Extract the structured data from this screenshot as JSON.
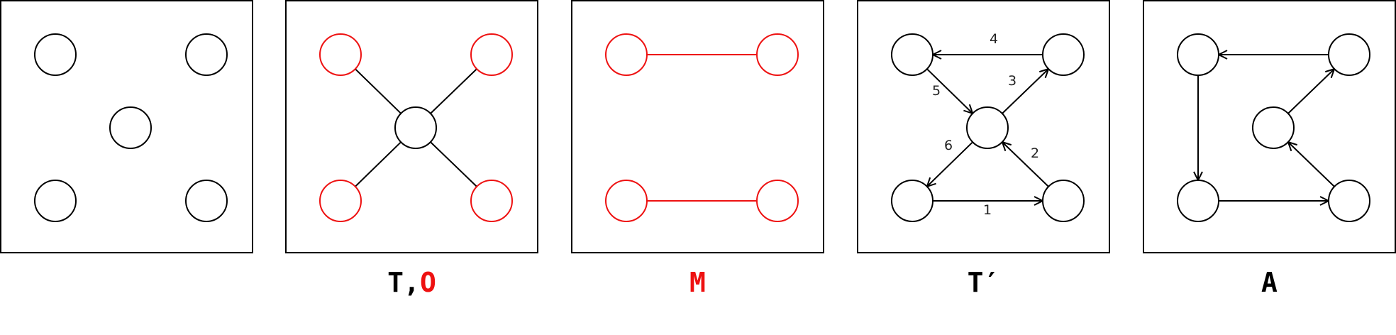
{
  "colors": {
    "black": "#000000",
    "highlight": "#ee1111"
  },
  "panels": [
    {
      "id": "panel-1",
      "caption": [],
      "nodes": [
        {
          "id": "tl",
          "color": "black"
        },
        {
          "id": "tr",
          "color": "black"
        },
        {
          "id": "c",
          "color": "black"
        },
        {
          "id": "bl",
          "color": "black"
        },
        {
          "id": "br",
          "color": "black"
        }
      ],
      "edges": []
    },
    {
      "id": "panel-2",
      "caption": [
        {
          "text": "T,",
          "color": "black"
        },
        {
          "text": "O",
          "color": "highlight"
        }
      ],
      "nodes": [
        {
          "id": "tl",
          "color": "highlight"
        },
        {
          "id": "tr",
          "color": "highlight"
        },
        {
          "id": "c",
          "color": "black"
        },
        {
          "id": "bl",
          "color": "highlight"
        },
        {
          "id": "br",
          "color": "highlight"
        }
      ],
      "edges": [
        {
          "from": "c",
          "to": "tl",
          "directed": false,
          "color": "black"
        },
        {
          "from": "c",
          "to": "tr",
          "directed": false,
          "color": "black"
        },
        {
          "from": "c",
          "to": "bl",
          "directed": false,
          "color": "black"
        },
        {
          "from": "c",
          "to": "br",
          "directed": false,
          "color": "black"
        }
      ]
    },
    {
      "id": "panel-3",
      "caption": [
        {
          "text": "M",
          "color": "highlight"
        }
      ],
      "nodes": [
        {
          "id": "tl",
          "color": "highlight"
        },
        {
          "id": "tr",
          "color": "highlight"
        },
        {
          "id": "bl",
          "color": "highlight"
        },
        {
          "id": "br",
          "color": "highlight"
        }
      ],
      "edges": [
        {
          "from": "tl",
          "to": "tr",
          "directed": false,
          "color": "highlight"
        },
        {
          "from": "bl",
          "to": "br",
          "directed": false,
          "color": "highlight"
        }
      ]
    },
    {
      "id": "panel-4",
      "caption": [
        {
          "text": "T′",
          "color": "black"
        }
      ],
      "nodes": [
        {
          "id": "tl",
          "color": "black"
        },
        {
          "id": "tr",
          "color": "black"
        },
        {
          "id": "c",
          "color": "black"
        },
        {
          "id": "bl",
          "color": "black"
        },
        {
          "id": "br",
          "color": "black"
        }
      ],
      "edges": [
        {
          "from": "bl",
          "to": "br",
          "directed": true,
          "color": "black",
          "label": "1"
        },
        {
          "from": "br",
          "to": "c",
          "directed": true,
          "color": "black",
          "label": "2"
        },
        {
          "from": "c",
          "to": "tr",
          "directed": true,
          "color": "black",
          "label": "3"
        },
        {
          "from": "tr",
          "to": "tl",
          "directed": true,
          "color": "black",
          "label": "4"
        },
        {
          "from": "tl",
          "to": "c",
          "directed": true,
          "color": "black",
          "label": "5"
        },
        {
          "from": "c",
          "to": "bl",
          "directed": true,
          "color": "black",
          "label": "6"
        }
      ]
    },
    {
      "id": "panel-5",
      "caption": [
        {
          "text": "A",
          "color": "black"
        }
      ],
      "nodes": [
        {
          "id": "tl",
          "color": "black"
        },
        {
          "id": "tr",
          "color": "black"
        },
        {
          "id": "c",
          "color": "black"
        },
        {
          "id": "bl",
          "color": "black"
        },
        {
          "id": "br",
          "color": "black"
        }
      ],
      "edges": [
        {
          "from": "bl",
          "to": "br",
          "directed": true,
          "color": "black"
        },
        {
          "from": "br",
          "to": "c",
          "directed": true,
          "color": "black"
        },
        {
          "from": "c",
          "to": "tr",
          "directed": true,
          "color": "black"
        },
        {
          "from": "tr",
          "to": "tl",
          "directed": true,
          "color": "black"
        },
        {
          "from": "tl",
          "to": "bl",
          "directed": true,
          "color": "black"
        }
      ]
    }
  ]
}
